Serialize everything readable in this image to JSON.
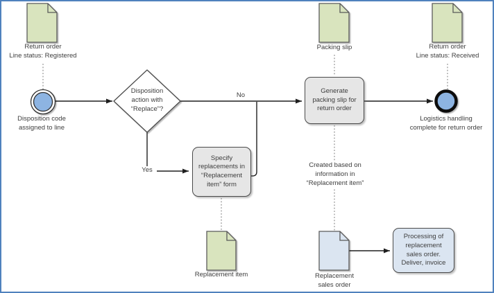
{
  "colors": {
    "canvas_border": "#4F81BD",
    "document_green_fill": "#D9E4BE",
    "document_blue_fill": "#DBE5F1",
    "task_gray_fill": "#E6E6E6",
    "task_blue_fill": "#DBE5F1",
    "event_blue_fill": "#8DB4E2",
    "shape_border": "#4a4a4a",
    "connector": "#1f1f1f",
    "association_dotted": "#8c8c8c",
    "text": "#3d3d3d"
  },
  "documents": {
    "return_order_registered": "Return order\nLine status: Registered",
    "packing_slip": "Packing slip",
    "return_order_received": "Return order\nLine status: Received",
    "replacement_item": "Replacement item",
    "replacement_sales_order": "Replacement\nsales order"
  },
  "events": {
    "start": "Disposition code\nassigned to line",
    "end": "Logistics handling\ncomplete for return order"
  },
  "gateway": {
    "question": "Disposition\naction with\n“Replace”?"
  },
  "tasks": {
    "specify_replacements": "Specify\nreplacements in\n“Replacement\nitem” form",
    "generate_packing_slip": "Generate\npacking slip for\nreturn order",
    "processing_sales_order": "Processing of\nreplacement\nsales order.\nDeliver, invoice"
  },
  "edge_labels": {
    "no": "No",
    "yes": "Yes"
  },
  "annotation": {
    "created_based_on": "Created based on\ninformation in\n“Replacement item”"
  }
}
